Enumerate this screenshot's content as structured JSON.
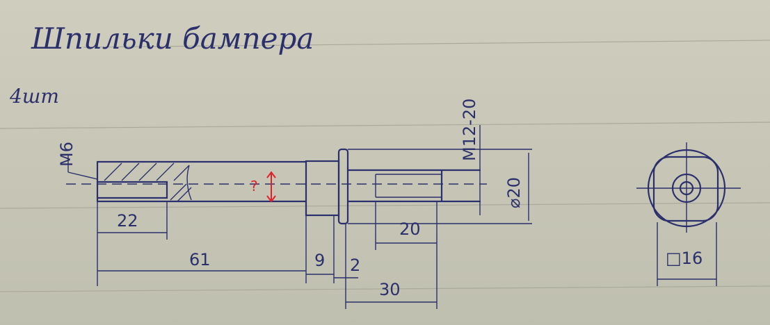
{
  "title": "Шпильки бампера",
  "quantity": "4шт",
  "question_mark": "?",
  "dimensions": {
    "thread_small": "M6",
    "bore_length": "22",
    "shaft_length": "61",
    "collar_length": "9",
    "flange_thickness": "2",
    "thread_length": "20",
    "stud_length": "30",
    "thread_large": "M12-20",
    "flange_diameter": "⌀20",
    "square_size": "□16"
  },
  "colors": {
    "ink": "#2b2f6b",
    "red": "#e0202a",
    "paper": "#c8c7b7"
  }
}
